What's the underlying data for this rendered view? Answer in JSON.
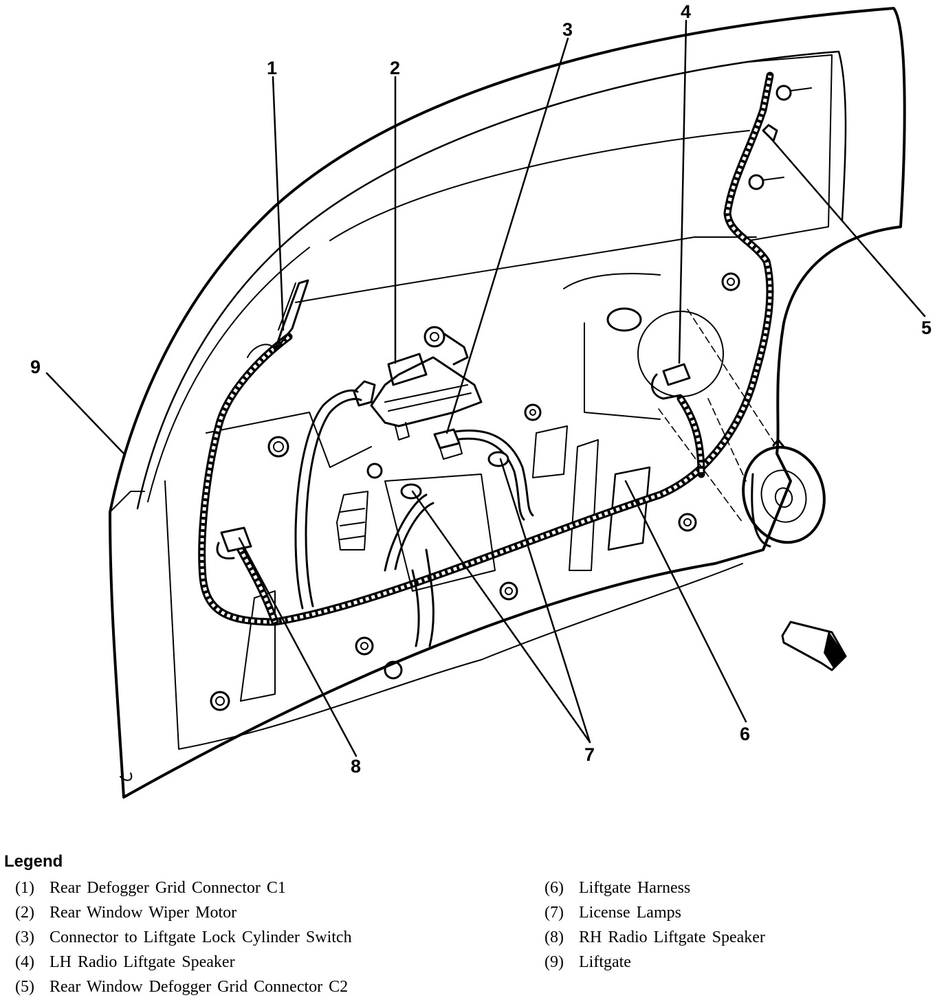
{
  "callouts": [
    {
      "number": "1",
      "target": "Rear Defogger Grid Connector C1"
    },
    {
      "number": "2",
      "target": "Rear Window Wiper Motor"
    },
    {
      "number": "3",
      "target": "Connector to Liftgate Lock Cylinder Switch"
    },
    {
      "number": "4",
      "target": "LH Radio Liftgate Speaker"
    },
    {
      "number": "5",
      "target": "Rear Window Defogger Grid Connector C2"
    },
    {
      "number": "6",
      "target": "Liftgate Harness"
    },
    {
      "number": "7",
      "target": "License Lamps"
    },
    {
      "number": "8",
      "target": "RH Radio Liftgate Speaker"
    },
    {
      "number": "9",
      "target": "Liftgate"
    }
  ],
  "legend": {
    "title": "Legend",
    "left_column": [
      {
        "number": "(1)",
        "label": "Rear Defogger Grid Connector C1"
      },
      {
        "number": "(2)",
        "label": "Rear Window Wiper Motor"
      },
      {
        "number": "(3)",
        "label": "Connector to Liftgate Lock Cylinder Switch"
      },
      {
        "number": "(4)",
        "label": "LH Radio Liftgate Speaker"
      },
      {
        "number": "(5)",
        "label": "Rear Window Defogger Grid Connector C2"
      }
    ],
    "right_column": [
      {
        "number": "(6)",
        "label": "Liftgate Harness"
      },
      {
        "number": "(7)",
        "label": "License Lamps"
      },
      {
        "number": "(8)",
        "label": "RH Radio Liftgate Speaker"
      },
      {
        "number": "(9)",
        "label": "Liftgate"
      }
    ]
  }
}
